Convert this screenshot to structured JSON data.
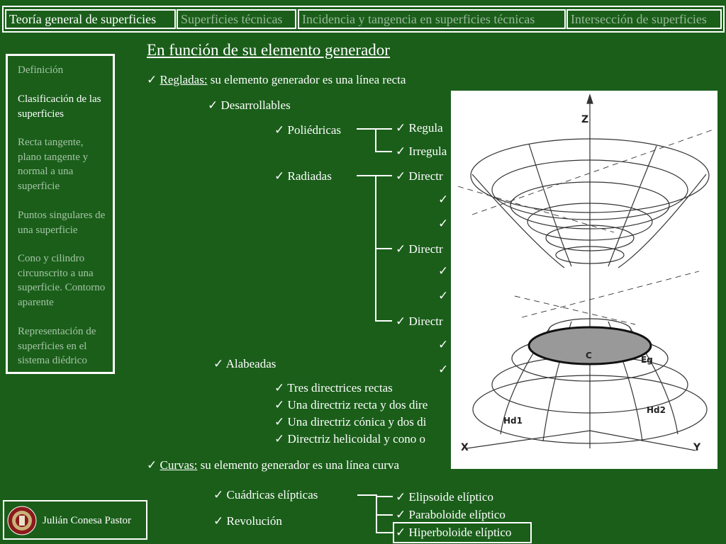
{
  "tabs": [
    {
      "label": "Teoría general de superficies",
      "active": true
    },
    {
      "label": "Superficies técnicas",
      "active": false
    },
    {
      "label": "Incidencia y tangencia en superficies técnicas",
      "active": false
    },
    {
      "label": "Intersección de superficies",
      "active": false
    }
  ],
  "sidebar": {
    "items": [
      {
        "label": "Definición",
        "active": false
      },
      {
        "label": "Clasificación de las superficies",
        "active": true
      },
      {
        "label": "Recta tangente, plano tangente y normal a una superficie",
        "active": false
      },
      {
        "label": "Puntos singulares de una superficie",
        "active": false
      },
      {
        "label": "Cono y cilindro circunscrito a una superficie. Contorno aparente",
        "active": false
      },
      {
        "label": "Representación de superficies en el sistema diédrico",
        "active": false
      }
    ]
  },
  "main": {
    "title": "En función de su elemento generador",
    "regladas": {
      "term": "Regladas:",
      "desc": " su elemento generador es una línea recta"
    },
    "desarrollables": "Desarrollables",
    "poliedricas": "Poliédricas",
    "regulares": "Regula",
    "irregulares": "Irregula",
    "radiadas": "Radiadas",
    "directriz_1": "Directr",
    "directriz_2": "Directr",
    "directriz_3": "Directr",
    "alabeadas": "Alabeadas",
    "alabeadas_items": [
      "Tres directrices rectas",
      "Una directriz recta y dos dire",
      "Una directriz cónica y dos di",
      "Directriz helicoidal y cono o"
    ],
    "curvas": {
      "term": "Curvas:",
      "desc": " su elemento generador es una línea curva"
    },
    "cuadricas": "Cuádricas elípticas",
    "revolucion": "Revolución",
    "cuadricas_items": [
      "Elipsoide elíptico",
      "Paraboloide elíptico",
      "Hiperboloide elíptico"
    ],
    "check": "✓"
  },
  "figure": {
    "labels": {
      "z": "Z",
      "c": "C",
      "eg": "Eg",
      "hd1": "Hd1",
      "hd2": "Hd2",
      "x": "X",
      "y": "Y"
    }
  },
  "footer": {
    "author": "Julián Conesa Pastor"
  },
  "colors": {
    "background": "#1a5e1a",
    "text": "#ffffff",
    "inactive": "#9ab89a",
    "ellipse_fill": "#999999"
  }
}
